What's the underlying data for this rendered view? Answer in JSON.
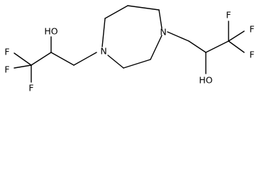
{
  "diagram": {
    "atoms": [
      {
        "id": "F1",
        "label": "F"
      },
      {
        "id": "F2",
        "label": "F"
      },
      {
        "id": "F3",
        "label": "F"
      },
      {
        "id": "O1",
        "label": "HO"
      },
      {
        "id": "N1",
        "label": "N"
      },
      {
        "id": "N2",
        "label": "N"
      },
      {
        "id": "O2",
        "label": "HO"
      },
      {
        "id": "F4",
        "label": "F"
      },
      {
        "id": "F5",
        "label": "F"
      },
      {
        "id": "F6",
        "label": "F"
      }
    ],
    "colors": {
      "ink": "#000000",
      "background": "#ffffff"
    }
  }
}
